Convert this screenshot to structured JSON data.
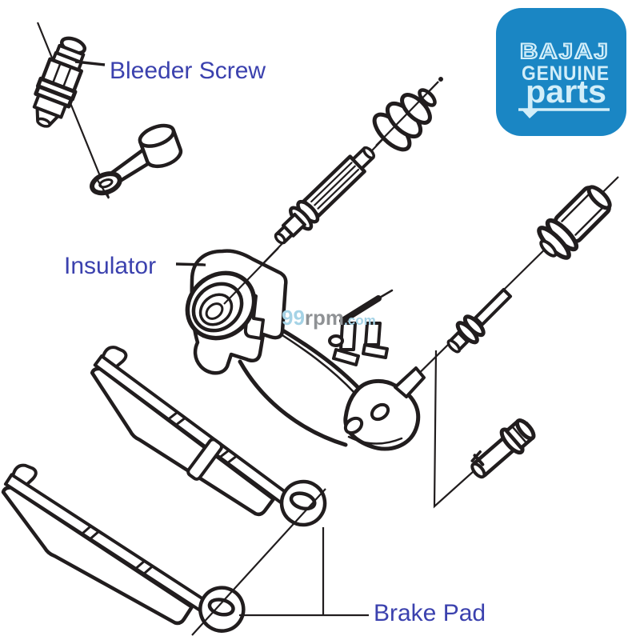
{
  "labels": {
    "bleeder_screw": "Bleeder Screw",
    "insulator": "Insulator",
    "brake_pad": "Brake Pad"
  },
  "logo": {
    "brand": "BAJAJ",
    "line1": "GENUINE",
    "line2": "parts"
  },
  "watermark": {
    "part1": "99",
    "part2": "rpm",
    "part3": ".com"
  },
  "colors": {
    "label_text": "#3b41ae",
    "line_art": "#211d1e",
    "logo_background": "#1a86c4",
    "logo_text": "#d2eef9",
    "watermark_blue": "#a5d3e6",
    "watermark_gray": "#8f9295",
    "background": "#ffffff"
  }
}
